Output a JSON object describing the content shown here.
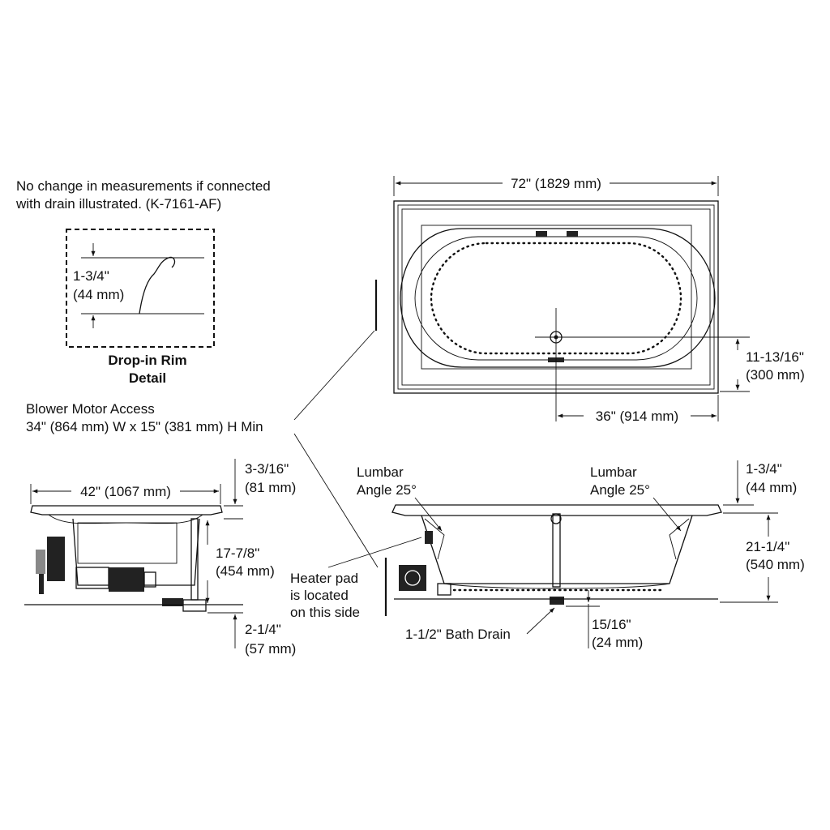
{
  "notes": {
    "drain_note_line1": "No change in measurements if connected",
    "drain_note_line2": "with drain illustrated. (K-7161-AF)",
    "blower_line1": "Blower Motor Access",
    "blower_line2": "34\" (864 mm) W x 15\" (381 mm) H Min",
    "heater_line1": "Heater pad",
    "heater_line2": "is located",
    "heater_line3": "on this side"
  },
  "detail": {
    "title_line1": "Drop-in Rim",
    "title_line2": "Detail",
    "dim_line1": "1-3/4\"",
    "dim_line2": "(44 mm)"
  },
  "top_view": {
    "width_dim": "72\" (1829 mm)",
    "drain_offset_dim": "36\" (914 mm)",
    "drain_depth_line1": "11-13/16\"",
    "drain_depth_line2": "(300 mm)"
  },
  "side_view": {
    "width_dim": "42\" (1067 mm)",
    "rim_line1": "3-3/16\"",
    "rim_line2": "(81 mm)",
    "height_line1": "17-7/8\"",
    "height_line2": "(454 mm)",
    "under_line1": "2-1/4\"",
    "under_line2": "(57 mm)"
  },
  "front_view": {
    "lumbar_left_line1": "Lumbar",
    "lumbar_left_line2": "Angle 25°",
    "lumbar_right_line1": "Lumbar",
    "lumbar_right_line2": "Angle 25°",
    "rim_line1": "1-3/4\"",
    "rim_line2": "(44 mm)",
    "height_line1": "21-1/4\"",
    "height_line2": "(540 mm)",
    "drain_label": "1-1/2\" Bath Drain",
    "drain_dim_line1": "15/16\"",
    "drain_dim_line2": "(24 mm)"
  }
}
